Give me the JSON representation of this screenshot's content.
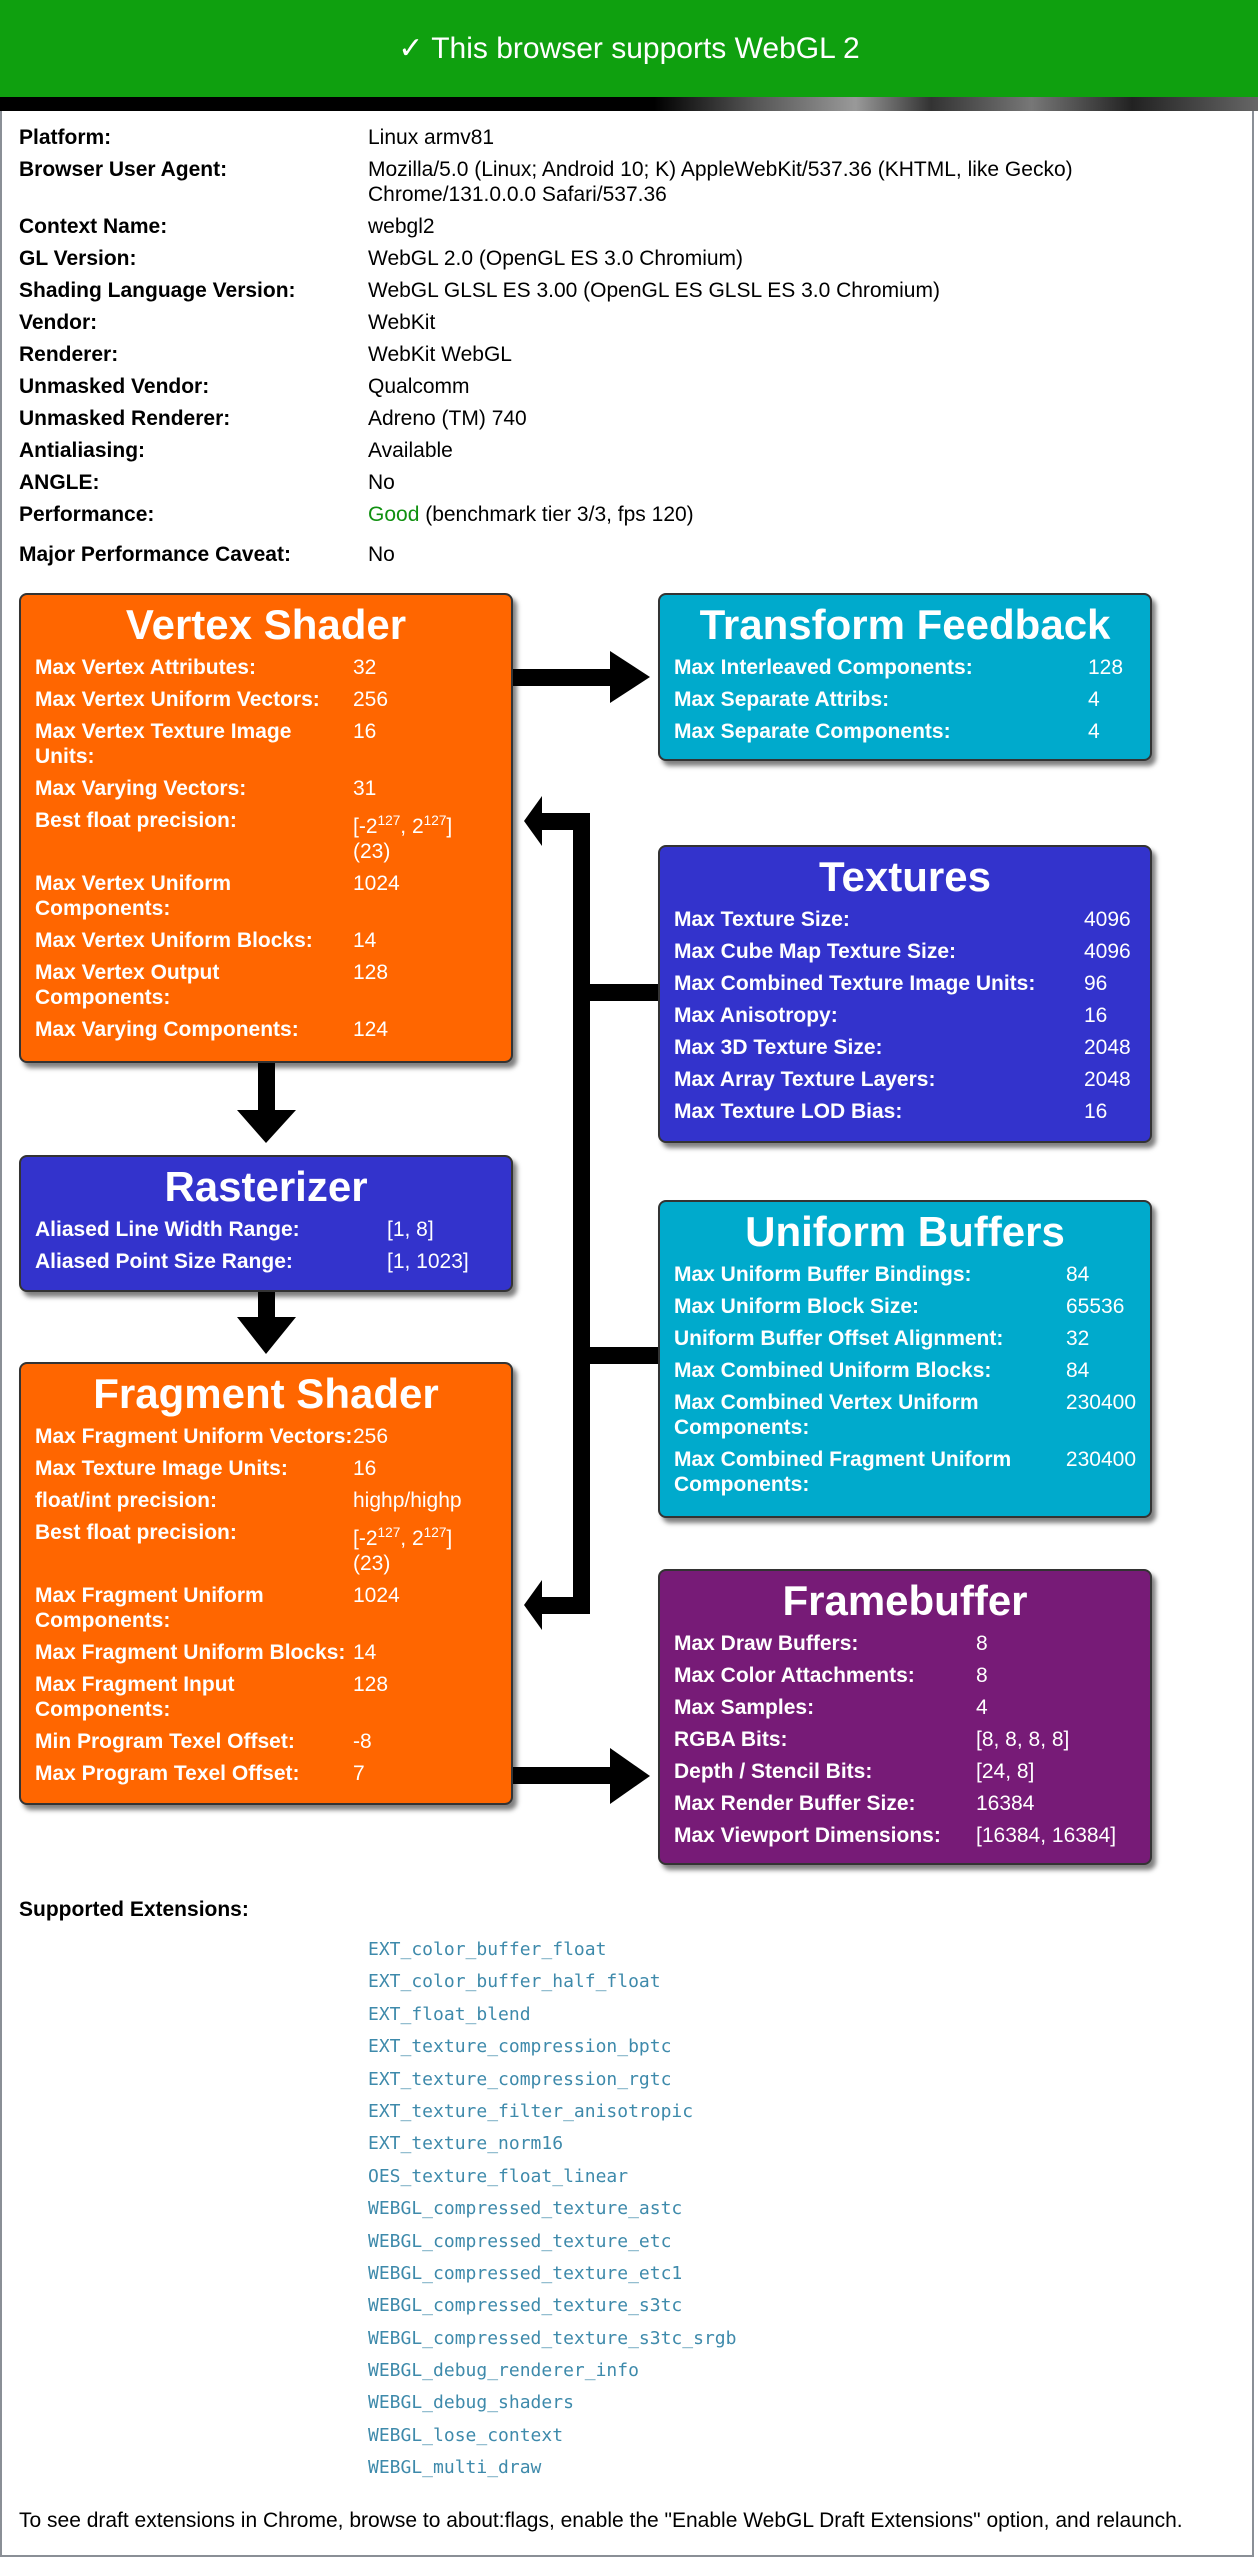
{
  "banner": {
    "text": "✓ This browser supports WebGL 2"
  },
  "info": [
    {
      "key": "Platform:",
      "value": "Linux armv81"
    },
    {
      "key": "Browser User Agent:",
      "value": "Mozilla/5.0 (Linux; Android 10; K) AppleWebKit/537.36 (KHTML, like Gecko) Chrome/131.0.0.0 Safari/537.36"
    },
    {
      "key": "Context Name:",
      "value": "webgl2"
    },
    {
      "key": "GL Version:",
      "value": "WebGL 2.0 (OpenGL ES 3.0 Chromium)"
    },
    {
      "key": "Shading Language Version:",
      "value": "WebGL GLSL ES 3.00 (OpenGL ES GLSL ES 3.0 Chromium)"
    },
    {
      "key": "Vendor:",
      "value": "WebKit"
    },
    {
      "key": "Renderer:",
      "value": "WebKit WebGL"
    },
    {
      "key": "Unmasked Vendor:",
      "value": "Qualcomm"
    },
    {
      "key": "Unmasked Renderer:",
      "value": "Adreno (TM) 740"
    },
    {
      "key": "Antialiasing:",
      "value": "Available"
    },
    {
      "key": "ANGLE:",
      "value": "No"
    }
  ],
  "performance": {
    "key": "Performance:",
    "rating": "Good",
    "detail": " (benchmark tier 3/3, fps 120)"
  },
  "caveat": {
    "key": "Major Performance Caveat:",
    "value": "No"
  },
  "exp": {
    "base": "[-2",
    "e1": "127",
    "mid": ", 2",
    "e2": "127",
    "end": "]",
    "prec": "(23)"
  },
  "vertex": {
    "title": "Vertex Shader",
    "rows": [
      {
        "key": "Max Vertex Attributes:",
        "value": "32"
      },
      {
        "key": "Max Vertex Uniform Vectors:",
        "value": "256"
      },
      {
        "key": "Max Vertex Texture Image Units:",
        "value": "16"
      },
      {
        "key": "Max Varying Vectors:",
        "value": "31"
      },
      {
        "key": "Best float precision:",
        "value": ""
      },
      {
        "key": "Max Vertex Uniform Components:",
        "value": "1024"
      },
      {
        "key": "Max Vertex Uniform Blocks:",
        "value": "14"
      },
      {
        "key": "Max Vertex Output Components:",
        "value": "128"
      },
      {
        "key": "Max Varying Components:",
        "value": "124"
      }
    ]
  },
  "transform": {
    "title": "Transform Feedback",
    "rows": [
      {
        "key": "Max Interleaved Components:",
        "value": "128"
      },
      {
        "key": "Max Separate Attribs:",
        "value": "4"
      },
      {
        "key": "Max Separate Components:",
        "value": "4"
      }
    ]
  },
  "textures": {
    "title": "Textures",
    "rows": [
      {
        "key": "Max Texture Size:",
        "value": "4096"
      },
      {
        "key": "Max Cube Map Texture Size:",
        "value": "4096"
      },
      {
        "key": "Max Combined Texture Image Units:",
        "value": "96"
      },
      {
        "key": "Max Anisotropy:",
        "value": "16"
      },
      {
        "key": "Max 3D Texture Size:",
        "value": "2048"
      },
      {
        "key": "Max Array Texture Layers:",
        "value": "2048"
      },
      {
        "key": "Max Texture LOD Bias:",
        "value": "16"
      }
    ]
  },
  "rasterizer": {
    "title": "Rasterizer",
    "rows": [
      {
        "key": "Aliased Line Width Range:",
        "value": "[1, 8]"
      },
      {
        "key": "Aliased Point Size Range:",
        "value": "[1, 1023]"
      }
    ]
  },
  "uniform": {
    "title": "Uniform Buffers",
    "rows": [
      {
        "key": "Max Uniform Buffer Bindings:",
        "value": "84"
      },
      {
        "key": "Max Uniform Block Size:",
        "value": "65536"
      },
      {
        "key": "Uniform Buffer Offset Alignment:",
        "value": "32"
      },
      {
        "key": "Max Combined Uniform Blocks:",
        "value": "84"
      },
      {
        "key": "Max Combined Vertex Uniform Components:",
        "value": "230400"
      },
      {
        "key": "Max Combined Fragment Uniform Components:",
        "value": "230400"
      }
    ]
  },
  "fragment": {
    "title": "Fragment Shader",
    "rows": [
      {
        "key": "Max Fragment Uniform Vectors:",
        "value": "256"
      },
      {
        "key": "Max Texture Image Units:",
        "value": "16"
      },
      {
        "key": "float/int precision:",
        "value": "highp/highp"
      },
      {
        "key": "Best float precision:",
        "value": ""
      },
      {
        "key": "Max Fragment Uniform Components:",
        "value": "1024"
      },
      {
        "key": "Max Fragment Uniform Blocks:",
        "value": "14"
      },
      {
        "key": "Max Fragment Input Components:",
        "value": "128"
      },
      {
        "key": "Min Program Texel Offset:",
        "value": "-8"
      },
      {
        "key": "Max Program Texel Offset:",
        "value": "7"
      }
    ]
  },
  "framebuffer": {
    "title": "Framebuffer",
    "rows": [
      {
        "key": "Max Draw Buffers:",
        "value": "8"
      },
      {
        "key": "Max Color Attachments:",
        "value": "8"
      },
      {
        "key": "Max Samples:",
        "value": "4"
      },
      {
        "key": "RGBA Bits:",
        "value": "[8, 8, 8, 8]"
      },
      {
        "key": "Depth / Stencil Bits:",
        "value": "[24, 8]"
      },
      {
        "key": "Max Render Buffer Size:",
        "value": "16384"
      },
      {
        "key": "Max Viewport Dimensions:",
        "value": "[16384, 16384]"
      }
    ]
  },
  "extensions": {
    "label": "Supported Extensions:",
    "items": [
      "EXT_color_buffer_float",
      "EXT_color_buffer_half_float",
      "EXT_float_blend",
      "EXT_texture_compression_bptc",
      "EXT_texture_compression_rgtc",
      "EXT_texture_filter_anisotropic",
      "EXT_texture_norm16",
      "OES_texture_float_linear",
      "WEBGL_compressed_texture_astc",
      "WEBGL_compressed_texture_etc",
      "WEBGL_compressed_texture_etc1",
      "WEBGL_compressed_texture_s3tc",
      "WEBGL_compressed_texture_s3tc_srgb",
      "WEBGL_debug_renderer_info",
      "WEBGL_debug_shaders",
      "WEBGL_lose_context",
      "WEBGL_multi_draw"
    ]
  },
  "footer": "To see draft extensions in Chrome, browse to about:flags, enable the \"Enable WebGL Draft Extensions\" option, and relaunch."
}
